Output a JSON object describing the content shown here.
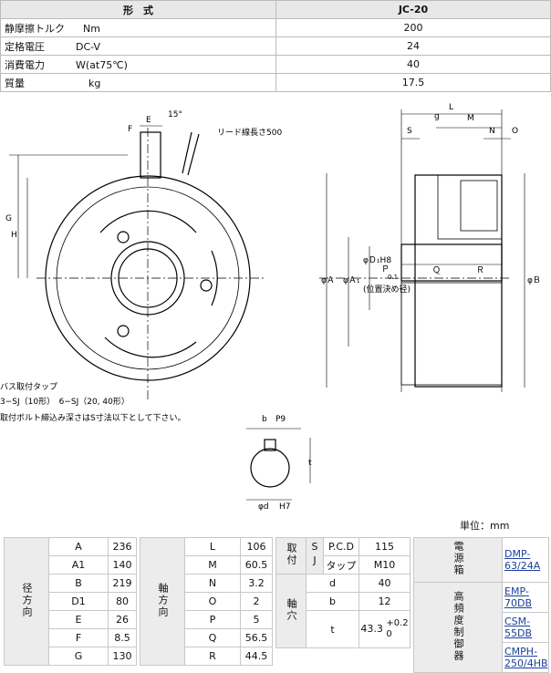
{
  "spec": {
    "header_label": "形　式",
    "header_value": "JC-20",
    "rows": [
      {
        "name": "静摩擦トルク",
        "unit": "Nm",
        "value": "200"
      },
      {
        "name": "定格電圧",
        "unit": "DC-V",
        "value": "24"
      },
      {
        "name": "消費電力",
        "unit": "W(at75℃)",
        "value": "40"
      },
      {
        "name": "質量",
        "unit": "kg",
        "value": "17.5"
      }
    ]
  },
  "drawing": {
    "front": {
      "dim_F": "F",
      "dim_E": "E",
      "angle": "15°",
      "lead": "リード線長さ500",
      "dim_G": "G",
      "dim_H": "H",
      "note1": "バス取付タップ",
      "note2": "3−SJ（10形）　6−SJ（20, 40形）",
      "note3": "取付ボルト締込み深さはS寸法以下として下さい。"
    },
    "side": {
      "L": "L",
      "g": "g",
      "M": "M",
      "S": "S",
      "N": "N",
      "O": "O",
      "phiA": "φＡ",
      "phiA1": "φＡ₁",
      "phiD1": "φＤ₁H8",
      "pos": "(位置決め径)",
      "P": "Ｐ",
      "P01": "0.1",
      "Q": "Ｑ",
      "R": "Ｒ",
      "phiB": "φＢ"
    },
    "shaft": {
      "b": "b",
      "p9": "P9",
      "t": "t",
      "d": "φd",
      "h7": "H7"
    }
  },
  "unit_label": "単位：mm",
  "dims1": {
    "side_label": "径方向",
    "rows": [
      {
        "k": "A",
        "v": "236"
      },
      {
        "k": "A1",
        "v": "140"
      },
      {
        "k": "B",
        "v": "219"
      },
      {
        "k": "D1",
        "v": "80"
      },
      {
        "k": "E",
        "v": "26"
      },
      {
        "k": "F",
        "v": "8.5"
      },
      {
        "k": "G",
        "v": "130"
      }
    ]
  },
  "dims2": {
    "side_label": "軸方向",
    "rows": [
      {
        "k": "L",
        "v": "106"
      },
      {
        "k": "M",
        "v": "60.5"
      },
      {
        "k": "N",
        "v": "3.2"
      },
      {
        "k": "O",
        "v": "2"
      },
      {
        "k": "P",
        "v": "5"
      },
      {
        "k": "Q",
        "v": "56.5"
      },
      {
        "k": "R",
        "v": "44.5"
      }
    ]
  },
  "dims3": {
    "mount_label": "取付",
    "sj": "SJ",
    "pcd_label": "P.C.D",
    "pcd": "115",
    "tap_label": "タップ",
    "tap": "M10",
    "bore_label": "軸穴",
    "d_label": "d",
    "d": "40",
    "b_label": "b",
    "b": "12",
    "t_label": "t",
    "t": "43.3",
    "t_tol_up": "+0.2",
    "t_tol_dn": "0"
  },
  "power": {
    "label1": "電源箱",
    "item1": "DMP-63/24A",
    "label2": "高頻度制御器",
    "item2": "EMP-70DB",
    "item3": "CSM-55DB",
    "item4": "CMPH-250/4HB"
  }
}
